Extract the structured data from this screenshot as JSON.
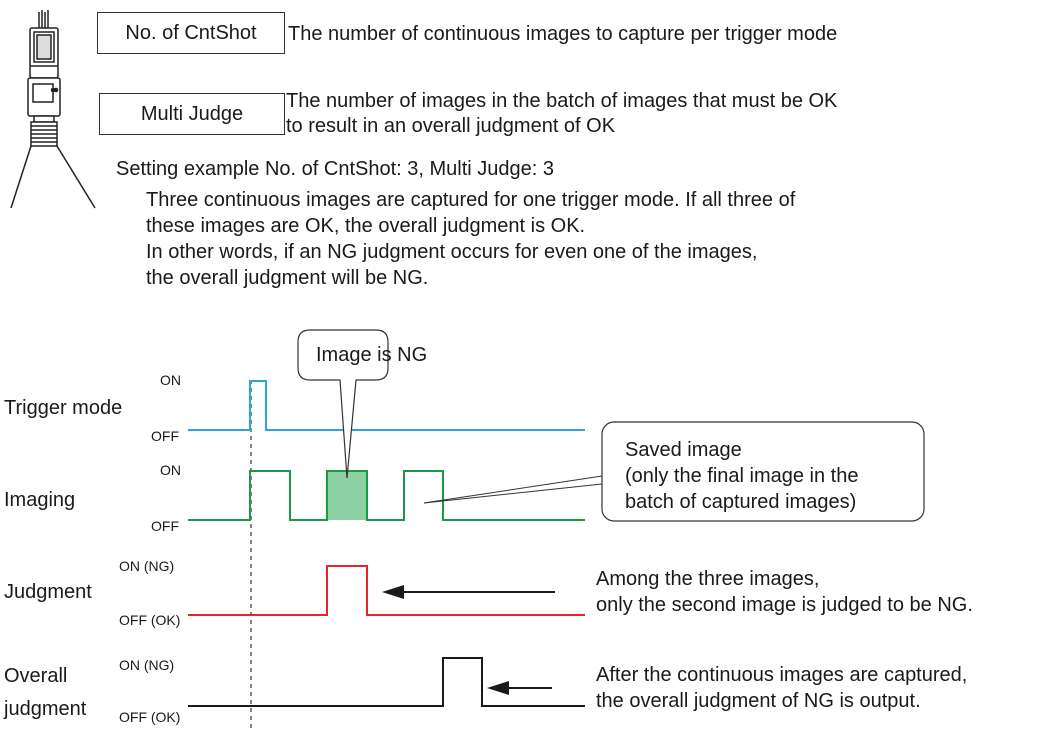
{
  "setting_boxes": {
    "cntshot_label": "No. of CntShot",
    "cntshot_desc": "The number of continuous images to capture per trigger mode",
    "multi_judge_label": "Multi Judge",
    "multi_judge_desc_line1": "The number of images in the batch of images that must be OK",
    "multi_judge_desc_line2": "to result in an overall judgment of OK"
  },
  "example": {
    "heading": "Setting example  No. of CntShot: 3, Multi Judge: 3",
    "lines": [
      "Three continuous images are captured for one trigger mode. If all three of",
      "these images are OK, the overall judgment is OK.",
      "In other words, if an NG judgment occurs for even one of the images,",
      "the overall judgment will be NG."
    ]
  },
  "timing": {
    "signals": [
      {
        "name": "Trigger mode",
        "on": "ON",
        "off": "OFF",
        "color": "#2aa7d6"
      },
      {
        "name": "Imaging",
        "on": "ON",
        "off": "OFF",
        "color": "#1a9a48"
      },
      {
        "name": "Judgment",
        "on": "ON (NG)",
        "off": "OFF (OK)",
        "color": "#e3262b"
      },
      {
        "name_line1": "Overall",
        "name_line2": "judgment",
        "on": "ON (NG)",
        "off": "OFF (OK)",
        "color": "#1a1a1a"
      }
    ],
    "callouts": {
      "image_ng": "Image is NG",
      "saved_image": [
        "Saved image",
        "(only the final image in the",
        "batch of captured images)"
      ]
    },
    "annotations": {
      "judgment_note": [
        "Among the three images,",
        "only the second image is judged to be NG."
      ],
      "overall_note": [
        "After the continuous images are captured,",
        "the overall judgment of NG is output."
      ]
    },
    "colors": {
      "ng_fill": "#8ed1a4"
    }
  }
}
